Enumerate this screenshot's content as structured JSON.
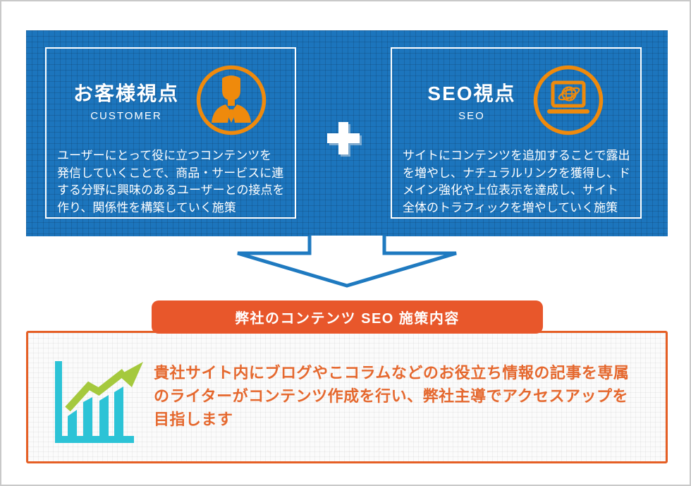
{
  "colors": {
    "blue_panel": "#1c75bd",
    "card_border": "#ffffff",
    "icon_orange": "#ef8a0c",
    "arrow_blue": "#1f7ac0",
    "badge_orange": "#e8572b",
    "panel_border_orange": "#e55f25",
    "description_orange": "#e5682e",
    "chart_teal": "#2cc3d6",
    "chart_green": "#a5c93d",
    "page_border": "#c9c9c9"
  },
  "perspectives": {
    "customer": {
      "title": "お客様視点",
      "subtitle": "CUSTOMER",
      "icon": "businessman-icon",
      "body_lines": [
        "ユーザーにとって役に立つコンテンツを",
        "発信していくことで、商品・サービスに連",
        "する分野に興味のあるユーザーとの接点を",
        "作り、関係性を構築していく施策"
      ]
    },
    "plus_icon": "+",
    "seo": {
      "title": "SEO視点",
      "subtitle": "SEO",
      "icon": "laptop-globe-icon",
      "body_lines": [
        "サイトにコンテンツを追加することで露出",
        "を増やし、ナチュラルリンクを獲得し、ド",
        "メイン強化や上位表示を達成し、サイト",
        "全体のトラフィックを増やしていく施策"
      ]
    }
  },
  "badge": {
    "label": "弊社のコンテンツ SEO 施策内容"
  },
  "strategy": {
    "icon": "growth-chart-icon",
    "description_lines": [
      "貴社サイト内にブログやこコラムなどのお役立ち情報の記事を専属",
      "のライターがコンテンツ作成を行い、弊社主導でアクセスアップを",
      "目指します"
    ]
  }
}
